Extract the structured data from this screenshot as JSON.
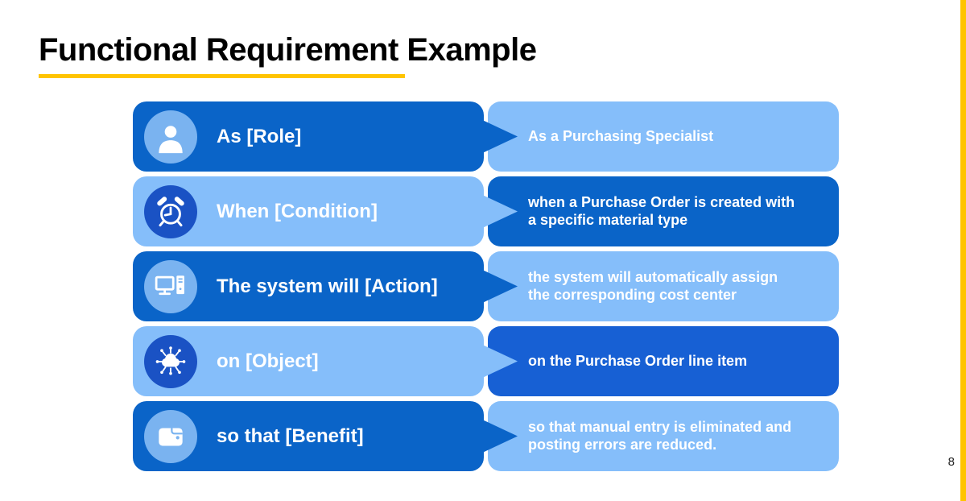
{
  "slide": {
    "title": "Functional Requirement Example",
    "page_number": "8"
  },
  "colors": {
    "accent_gold": "#FFC400",
    "dark_blue": "#0A64C8",
    "light_blue": "#85BEFA",
    "dark_blue_alt": "#1760D4",
    "circle_on_dark_pill": "#7AB3F0",
    "circle_on_light_pill": "#1A52C4",
    "text_on_boxes": "#FFFFFF",
    "title_color": "#000000"
  },
  "rows": [
    {
      "label": "As [Role]",
      "example": "As a Purchasing Specialist",
      "icon": "user-icon"
    },
    {
      "label": "When [Condition]",
      "example": "when a Purchase Order is created with\na specific material type",
      "icon": "alarm-clock-icon"
    },
    {
      "label": "The system will [Action]",
      "example": "the system will automatically assign\nthe corresponding cost center",
      "icon": "computer-icon"
    },
    {
      "label": "on [Object]",
      "example": "on the Purchase Order line item",
      "icon": "cloud-network-icon"
    },
    {
      "label": "so that [Benefit]",
      "example": "so that manual entry is eliminated and\nposting errors are reduced.",
      "icon": "wallet-icon"
    }
  ]
}
